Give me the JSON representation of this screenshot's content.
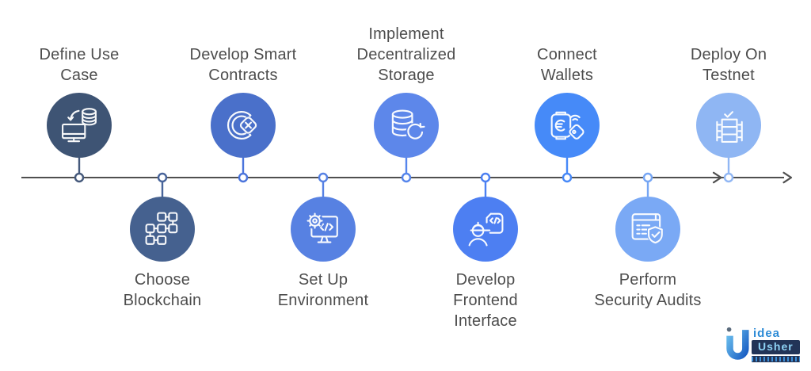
{
  "page": {
    "background": "#ffffff",
    "label_text_color": "#4d4d4d"
  },
  "timeline": {
    "line_color": "#4f4f4f",
    "direction": "left-to-right-arrow"
  },
  "steps": [
    {
      "id": "define-use-case",
      "label": "Define Use\nCase",
      "side": "top",
      "circle_color": "#3e5474",
      "connector_color": "#45597b",
      "icon": "monitor-database-sync-icon"
    },
    {
      "id": "choose-blockchain",
      "label": "Choose\nBlockchain",
      "side": "bottom",
      "circle_color": "#45618f",
      "connector_color": "#48649a",
      "icon": "blockchain-nodes-icon"
    },
    {
      "id": "develop-smart-contracts",
      "label": "Develop Smart\nContracts",
      "side": "top",
      "circle_color": "#4a70ca",
      "connector_color": "#4a74dc",
      "icon": "contract-c-cancel-icon"
    },
    {
      "id": "set-up-environment",
      "label": "Set Up\nEnvironment",
      "side": "bottom",
      "circle_color": "#5781e2",
      "connector_color": "#5681e4",
      "icon": "gear-monitor-code-icon"
    },
    {
      "id": "implement-decentralized-storage",
      "label": "Implement\nDecentralized\nStorage",
      "side": "top",
      "circle_color": "#5d87ea",
      "connector_color": "#5585ec",
      "icon": "database-refresh-icon"
    },
    {
      "id": "develop-frontend-interface",
      "label": "Develop\nFrontend\nInterface",
      "side": "bottom",
      "circle_color": "#4d7ff2",
      "connector_color": "#4c80f2",
      "icon": "developer-code-document-icon"
    },
    {
      "id": "connect-wallets",
      "label": "Connect\nWallets",
      "side": "top",
      "circle_color": "#468af8",
      "connector_color": "#4688f8",
      "icon": "wallet-nfc-payment-icon"
    },
    {
      "id": "perform-security-audits",
      "label": "Perform\nSecurity Audits",
      "side": "bottom",
      "circle_color": "#7aa9f5",
      "connector_color": "#76a6f4",
      "icon": "audit-checklist-shield-icon"
    },
    {
      "id": "deploy-on-testnet",
      "label": "Deploy On\nTestnet",
      "side": "top",
      "circle_color": "#8fb6f3",
      "connector_color": "#91b7f4",
      "icon": "server-deploy-check-icon"
    }
  ],
  "logo": {
    "idea_text": "idea",
    "usher_text": "Usher",
    "mark_gradient": [
      "#6cc0ee",
      "#1a5fc4"
    ],
    "box_color": "#223457",
    "usher_text_color": "#8fd3f5",
    "idea_text_color": "#2b8ad6"
  }
}
